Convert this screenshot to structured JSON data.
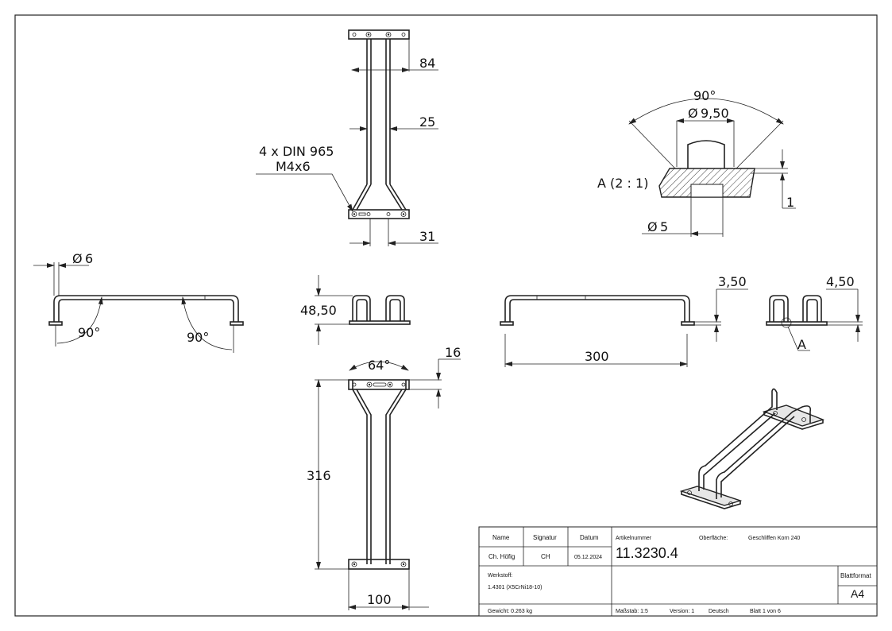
{
  "dimensions": {
    "top_width": "84",
    "top_rod_gap": "25",
    "bottom_hole_spacing": "31",
    "screw_line1": "4 x DIN 965",
    "screw_line2": "M4x6",
    "detail_angle": "90°",
    "detail_dia_large": "9,50",
    "detail_label": "A (2 : 1)",
    "detail_depth": "1",
    "detail_dia_small": "5",
    "side_dia": "6",
    "side_angle_left": "90°",
    "side_angle_right": "90°",
    "front_height": "48,50",
    "front2_offset": "3,50",
    "front3_offset": "4,50",
    "front3_detail_ref": "A",
    "length": "300",
    "plan_angle": "64°",
    "plate_width": "16",
    "plan_length": "316",
    "plan_width": "100",
    "diameter_symbol": "Ø"
  },
  "title_block": {
    "headers": {
      "name": "Name",
      "signature": "Signatur",
      "date": "Datum",
      "article": "Artikelnummer",
      "surface_label": "Oberfläche:"
    },
    "name": "Ch. Höfig",
    "signature": "CH",
    "date": "05.12.2024",
    "article_number": "11.3230.4",
    "surface": "Geschliffen Korn 240",
    "material_label": "Werkstoff:",
    "material": "1.4301 (X5CrNi18-10)",
    "sheet_format_label": "Blattformat",
    "sheet_format": "A4",
    "weight": "Gewicht: 0.263 kg",
    "scale": "Maßstab: 1:5",
    "version": "Version: 1",
    "language": "Deutsch",
    "sheet": "Blatt 1 von 6"
  }
}
